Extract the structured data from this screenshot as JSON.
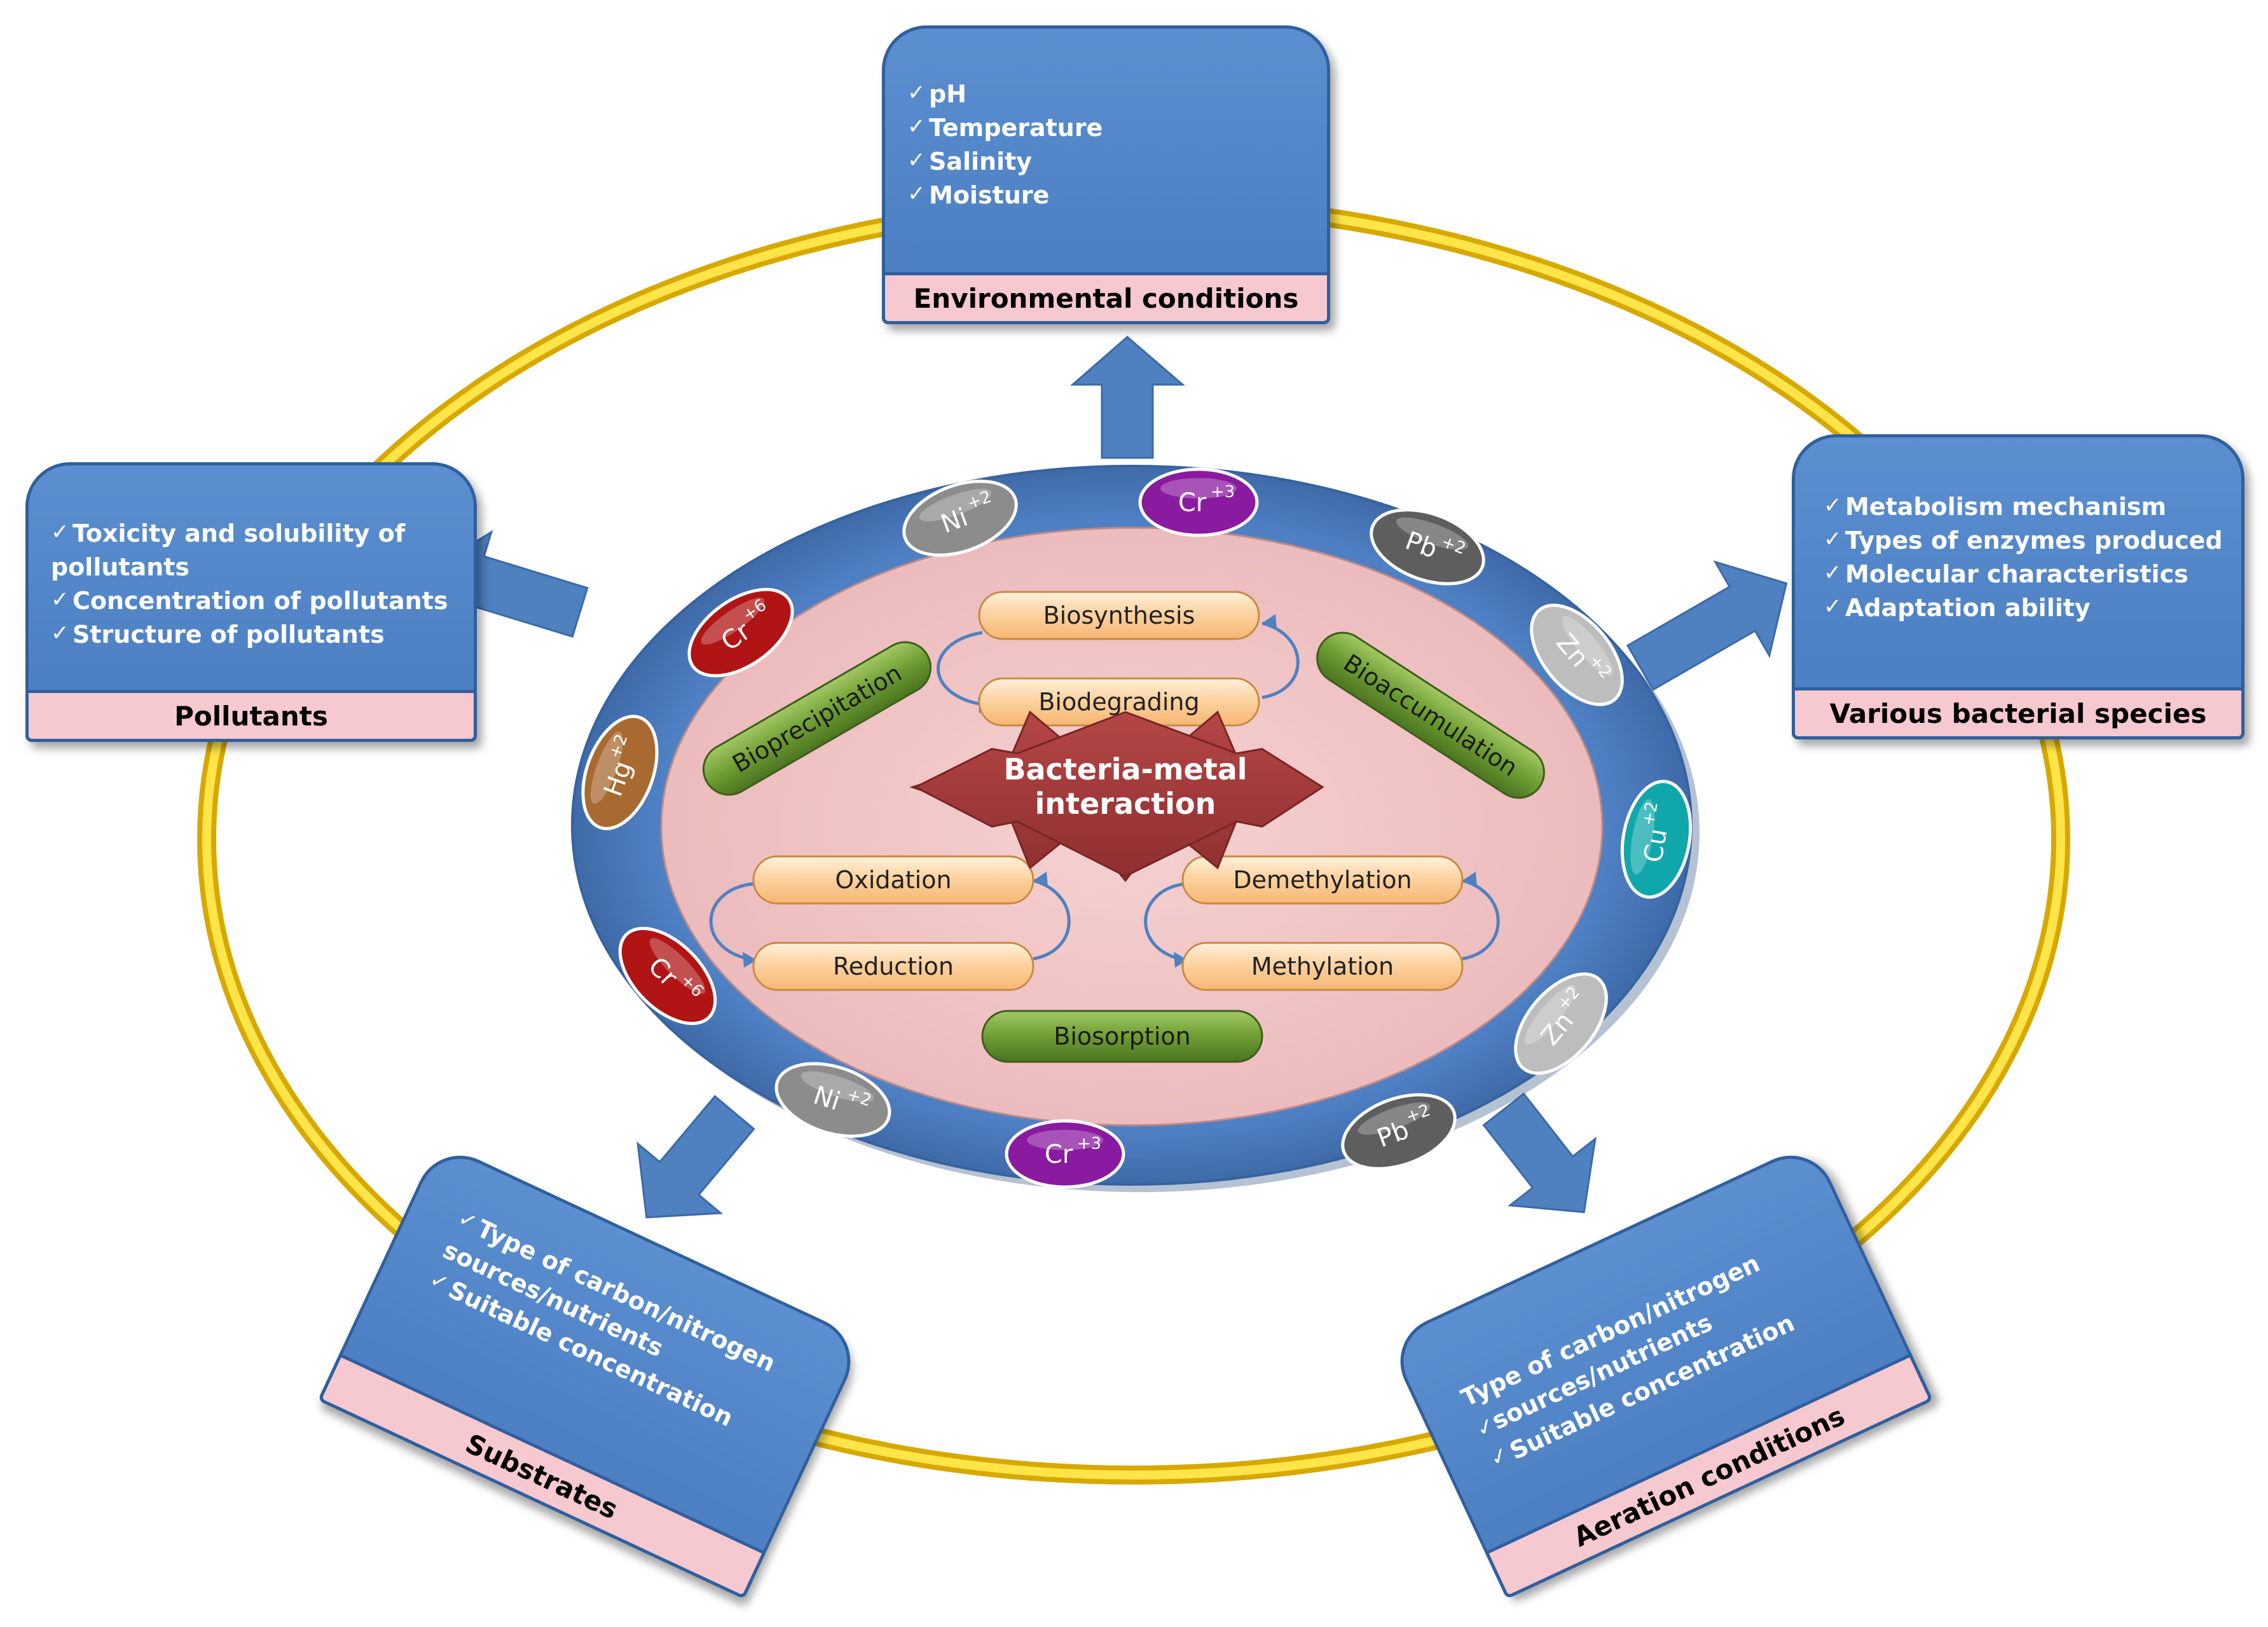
{
  "diagram": {
    "center_title": [
      "Bacteria-metal",
      "interaction"
    ],
    "processes": {
      "biosynthesis": "Biosynthesis",
      "biodegrading": "Biodegrading",
      "oxidation": "Oxidation",
      "reduction": "Reduction",
      "demethylation": "Demethylation",
      "methylation": "Methylation",
      "bioprecipitation": "Bioprecipitation",
      "bioaccumulation": "Bioaccumulation",
      "biosorption": "Biosorption"
    },
    "metal_ions": [
      {
        "element": "Ni",
        "charge": "+2",
        "color": "#8c8c8c"
      },
      {
        "element": "Cr",
        "charge": "+3",
        "color": "#8a1aa0"
      },
      {
        "element": "Pb",
        "charge": "+2",
        "color": "#5e5e5e"
      },
      {
        "element": "Zn",
        "charge": "+2",
        "color": "#bdbdbd"
      },
      {
        "element": "Cu",
        "charge": "+2",
        "color": "#10a7ab"
      },
      {
        "element": "Zn",
        "charge": "+2",
        "color": "#bdbdbd"
      },
      {
        "element": "Pb",
        "charge": "+2",
        "color": "#5e5e5e"
      },
      {
        "element": "Cr",
        "charge": "+3",
        "color": "#8a1aa0"
      },
      {
        "element": "Ni",
        "charge": "+2",
        "color": "#8c8c8c"
      },
      {
        "element": "Cr",
        "charge": "+6",
        "color": "#b01414"
      },
      {
        "element": "Hg",
        "charge": "+2",
        "color": "#a86a30"
      },
      {
        "element": "Cr",
        "charge": "+6",
        "color": "#b01414"
      }
    ],
    "boxes": {
      "environmental": {
        "title": "Environmental conditions",
        "items": [
          "pH",
          "Temperature",
          "Salinity",
          "Moisture"
        ]
      },
      "pollutants": {
        "title": "Pollutants",
        "items": [
          "Toxicity and solubility of",
          "pollutants",
          "Concentration of pollutants",
          "Structure of pollutants"
        ]
      },
      "bacterial": {
        "title": "Various bacterial species",
        "items": [
          "Metabolism mechanism",
          "Types of enzymes produced",
          "Molecular characteristics",
          "Adaptation ability"
        ]
      },
      "substrates": {
        "title": "Substrates",
        "items": [
          "Type of carbon/nitrogen",
          "sources/nutrients",
          "Suitable concentration"
        ]
      },
      "aeration": {
        "title": "Aeration conditions",
        "items": [
          "Type of carbon/nitrogen",
          "sources/nutrients",
          "Suitable concentration"
        ]
      }
    },
    "colors": {
      "ring": "#f2c40f",
      "outer_ellipse": "#4f80c4",
      "inner_ellipse": "#f0c4c4",
      "process_pill": "#fcd6a8",
      "green_pill": "#77a63a",
      "star": "#a23a3a",
      "box": "#4f81c0",
      "box_label": "#f6c8cf",
      "arrow": "#4f81c0"
    }
  }
}
